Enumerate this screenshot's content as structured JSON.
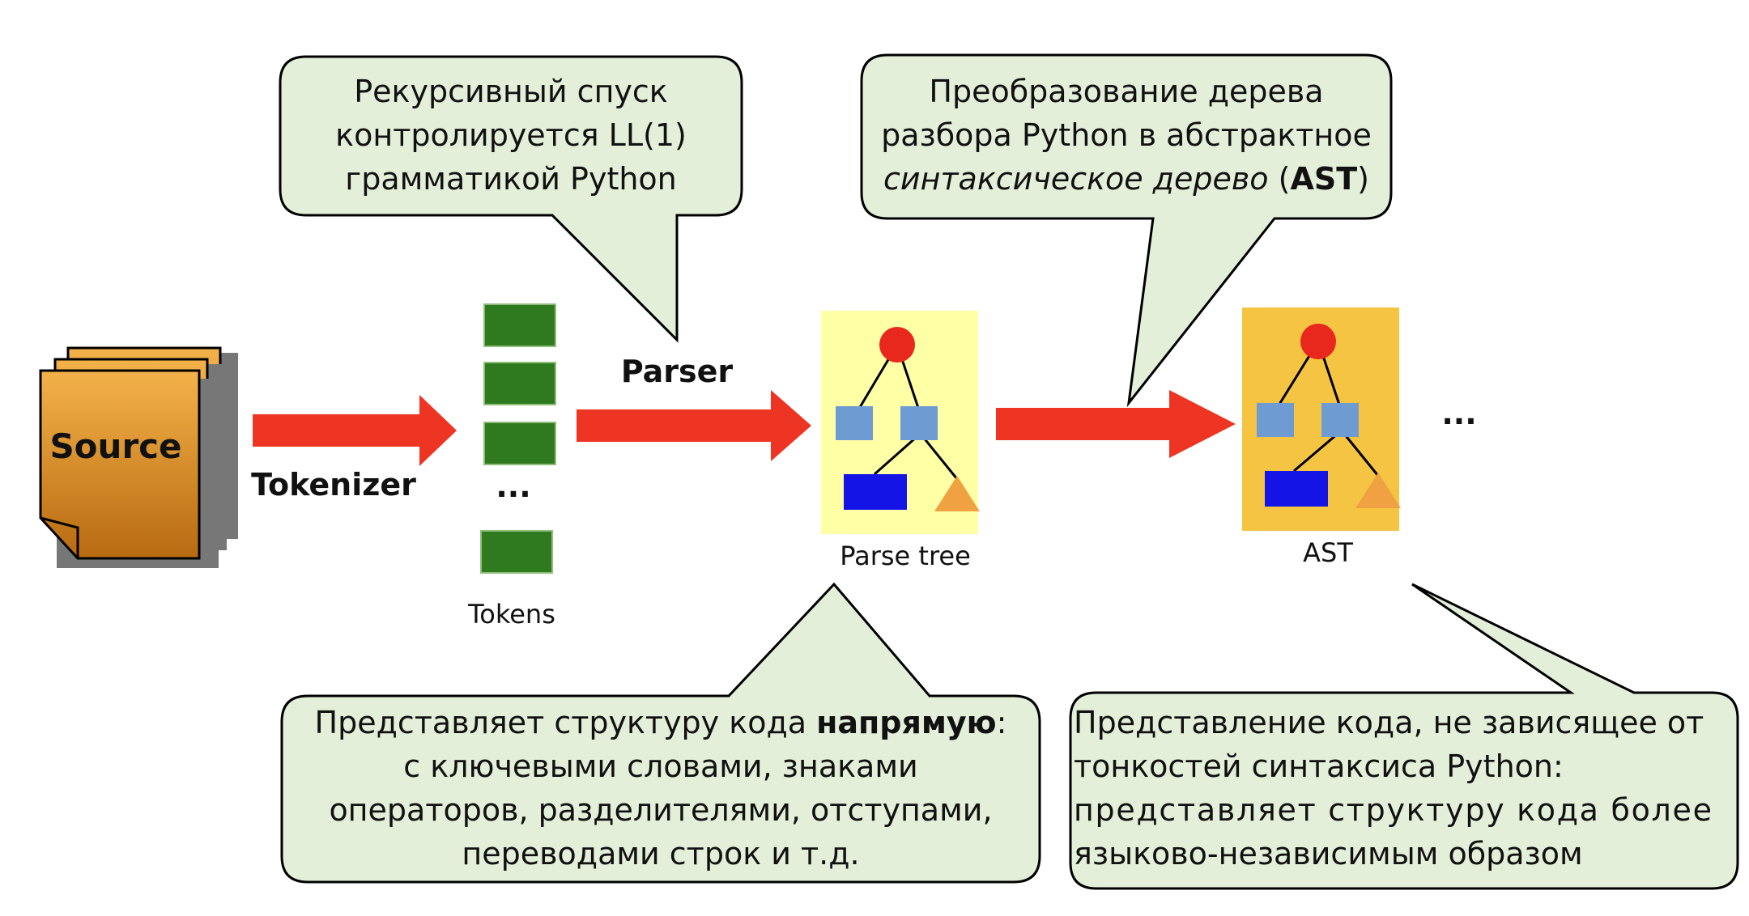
{
  "source": {
    "label": "Source"
  },
  "tokenizer": {
    "label": "Tokenizer"
  },
  "tokens": {
    "label": "Tokens",
    "ellipsis": "..."
  },
  "parser": {
    "label": "Parser"
  },
  "parse_tree": {
    "label": "Parse tree"
  },
  "ast": {
    "label": "AST"
  },
  "trailing_ellipsis": "...",
  "callouts": {
    "recursive_descent": {
      "line1": "Рекурсивный спуск",
      "line2": "контролируется LL(1)",
      "line3": "грамматикой Python"
    },
    "transform": {
      "line1": "Преобразование дерева",
      "line2": "разбора Python в абстрактное",
      "line3_italic": "синтаксическое дерево",
      "line3_open": " (",
      "line3_bold": "AST",
      "line3_close": ")"
    },
    "parse_tree_desc": {
      "line1_start": "Представляет структуру кода ",
      "line1_bold": "напрямую",
      "line1_end": ":",
      "line2": "с ключевыми словами, знаками",
      "line3": "операторов, разделителями, отступами,",
      "line4": "переводами строк и т.д."
    },
    "ast_desc": {
      "line1": "Представление кода, не зависящее от",
      "line2": "тонкостей синтаксиса Python:",
      "line3": "представляет структуру кода более",
      "line4": "языково-независимым образом"
    }
  },
  "colors": {
    "arrow": "#ee3524",
    "token": "#2f7a1f",
    "callout_fill": "#e3efd9",
    "parse_tree_bg": "#ffffa6",
    "ast_bg": "#f6c443",
    "node_root": "#e8271d",
    "node_mid": "#6e9bd1",
    "node_leaf": "#1414e6",
    "node_triangle": "#f0a243",
    "source_fill": "#d98a1f"
  }
}
